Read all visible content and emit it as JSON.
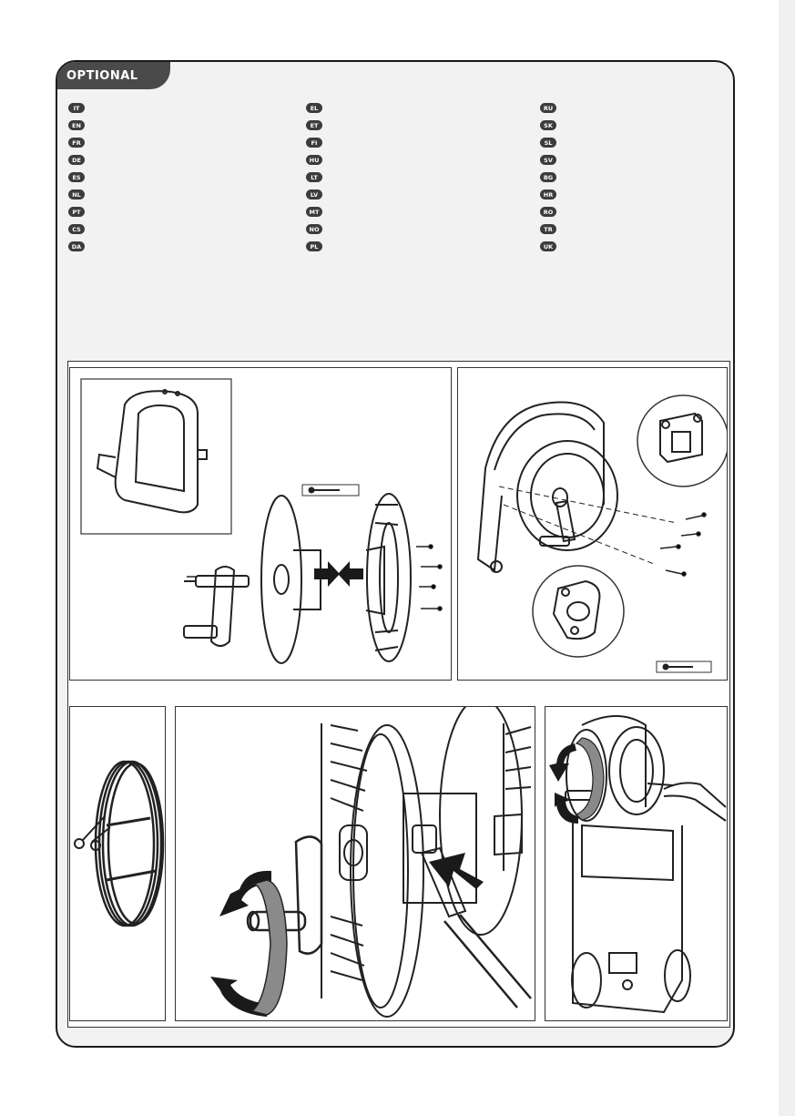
{
  "header": {
    "title": "OPTIONAL"
  },
  "languages": {
    "col1": [
      "IT",
      "EN",
      "FR",
      "DE",
      "ES",
      "NL",
      "PT",
      "CS",
      "DA"
    ],
    "col2": [
      "EL",
      "ET",
      "FI",
      "HU",
      "LT",
      "LV",
      "MT",
      "NO",
      "PL"
    ],
    "col3": [
      "RU",
      "SK",
      "SL",
      "SV",
      "BG",
      "HR",
      "RO",
      "TR",
      "UK"
    ]
  },
  "figures": {
    "screw_icon": "screw-icon",
    "arrow_color": "#1a1a1a",
    "band_color": "#8a8a8a"
  }
}
